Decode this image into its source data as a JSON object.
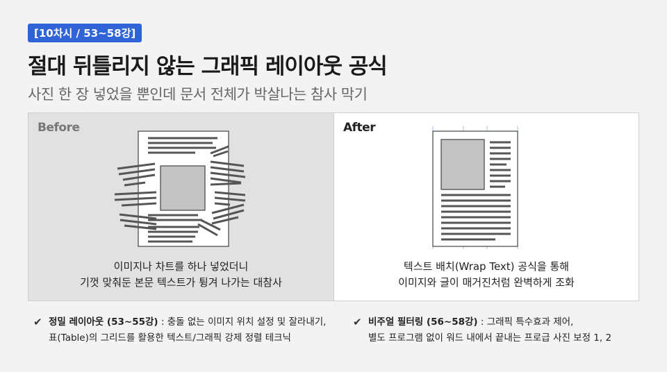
{
  "header": {
    "badge": "[10차시 / 53~58강]",
    "title": "절대 뒤틀리지 않는 그래픽 레이아웃 공식",
    "subtitle": "사진 한 장 넣었을 뿐인데 문서 전체가 박살나는 참사 막기"
  },
  "before": {
    "label": "Before",
    "caption_lines": [
      "이미지나 차트를 하나 넣었더니",
      "기껏 맞춰둔 본문 텍스트가 튕겨 나가는 대참사"
    ]
  },
  "after": {
    "label": "After",
    "caption_lines": [
      "텍스트 배치(Wrap Text) 공식을 통해",
      "이미지와 글이 매거진처럼 완벽하게 조화"
    ]
  },
  "bullets": [
    {
      "icon": "check-icon",
      "heading": "정밀 레이아웃 (53~55강)",
      "line1_rest": " : 충돌 없는 이미지 위치 설정 및 잘라내기,",
      "line2": "표(Table)의 그리드를 활용한 텍스트/그래픽 강제 정렬 테크닉"
    },
    {
      "icon": "check-icon",
      "heading": "비주얼 필터링 (56~58강)",
      "line1_rest": " : 그래픽 특수효과 제어,",
      "line2": "별도 프로그램 없이 워드 내에서 끝내는 프로급 사진 보정 1, 2"
    }
  ],
  "colors": {
    "badge": "#2f63d6",
    "before_bg": "#e1e1e1",
    "image_placeholder": "#c4c4c4",
    "text_lines": "#555555",
    "guide_lines": "#a9c6e4"
  }
}
